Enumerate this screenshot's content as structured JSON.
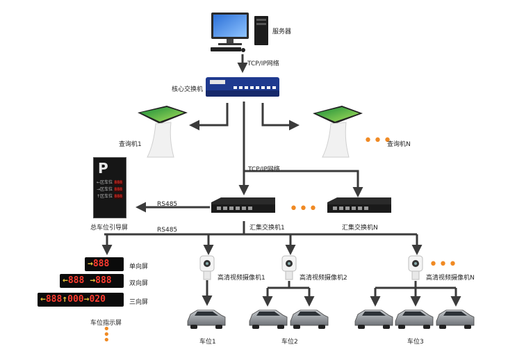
{
  "nodes": {
    "server": "服务器",
    "core_switch": "核心交换机",
    "kiosk_1": "查询机1",
    "kiosk_n": "查询机N",
    "main_sign": "总车位引导屏",
    "agg_switch_1": "汇集交换机1",
    "agg_switch_n": "汇集交换机N",
    "camera_1": "高清视频摄像机1",
    "camera_2": "高清视频摄像机2",
    "camera_n": "高清视频摄像机N",
    "screen_single": "单向屏",
    "screen_double": "双向屏",
    "screen_triple": "三向屏",
    "indicator": "车位指示屏",
    "spot_1": "车位1",
    "spot_2": "车位2",
    "spot_3": "车位3"
  },
  "links": {
    "tcp_top": "TCP/IP网络",
    "tcp_mid": "TCP/IP网络",
    "rs485_upper": "RS485",
    "rs485_lower": "RS485"
  },
  "led_screens": {
    "single": {
      "arrow1": "→",
      "num1": "888"
    },
    "double": {
      "arrow1": "←",
      "num1": "888",
      "arrow2": "→",
      "num2": "888"
    },
    "triple": {
      "arrow1": "←",
      "num1": "888",
      "arrow2": "↑",
      "num2": "000",
      "arrow3": "→",
      "num3": "020"
    }
  },
  "main_sign_panel": {
    "logo": "P",
    "rows": [
      {
        "label": "←区车位",
        "value": "888"
      },
      {
        "label": "→区车位",
        "value": "888"
      },
      {
        "label": "↑区车位",
        "value": "888"
      }
    ]
  },
  "colors": {
    "line": "#3b3b3b",
    "dots": "#f08a24",
    "led_num": "#ff3b2f",
    "led_arrow": "#e8c23a",
    "switch_blue": "#1f3a8f"
  }
}
